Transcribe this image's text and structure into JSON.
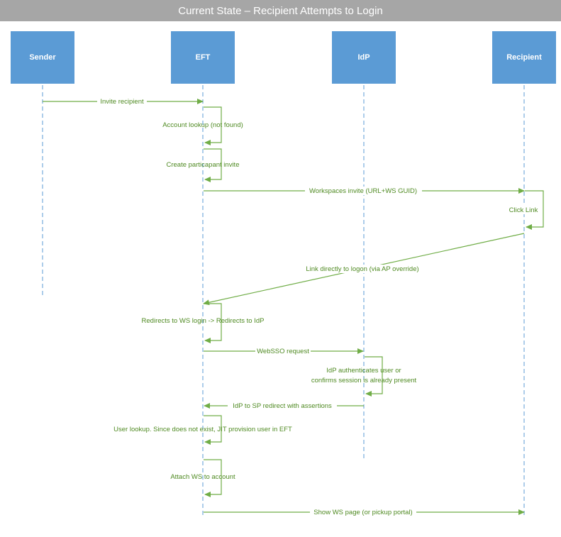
{
  "title": "Current State – Recipient Attempts to Login",
  "actors": [
    {
      "id": "sender",
      "label": "Sender"
    },
    {
      "id": "eft",
      "label": "EFT"
    },
    {
      "id": "idp",
      "label": "IdP"
    },
    {
      "id": "recipient",
      "label": "Recipient"
    }
  ],
  "colors": {
    "title_bar": "#a6a6a6",
    "actor_box": "#5b9bd5",
    "lifeline": "#5b9bd5",
    "message": "#70ad47",
    "message_text": "#4f8a22"
  },
  "messages": [
    {
      "name": "msg-invite-recipient",
      "from": "sender",
      "to": "eft",
      "label": "Invite recipient"
    },
    {
      "name": "msg-account-lookup",
      "from": "eft",
      "to": "eft",
      "label": "Account lookup (not found)"
    },
    {
      "name": "msg-create-participant-invite",
      "from": "eft",
      "to": "eft",
      "label": "Create particapant invite"
    },
    {
      "name": "msg-workspaces-invite",
      "from": "eft",
      "to": "recipient",
      "label": "Workspaces invite (URL+WS GUID)"
    },
    {
      "name": "msg-click-link",
      "from": "recipient",
      "to": "recipient",
      "label": "Click Link"
    },
    {
      "name": "msg-link-to-logon",
      "from": "recipient",
      "to": "eft",
      "label": "Link directly to logon (via AP override)"
    },
    {
      "name": "msg-redirects-to-ws-login",
      "from": "eft",
      "to": "eft",
      "label": "Redirects to WS login -> Redirects to IdP"
    },
    {
      "name": "msg-websso-request",
      "from": "eft",
      "to": "idp",
      "label": "WebSSO request"
    },
    {
      "name": "msg-idp-authenticates",
      "from": "idp",
      "to": "idp",
      "label": [
        "IdP authenticates user or",
        "confirms session is already present"
      ]
    },
    {
      "name": "msg-idp-to-sp-redirect",
      "from": "idp",
      "to": "eft",
      "label": "IdP to SP redirect with assertions"
    },
    {
      "name": "msg-user-lookup",
      "from": "eft",
      "to": "eft",
      "label": "User lookup. Since does not exist, JIT provision user in EFT"
    },
    {
      "name": "msg-attach-ws",
      "from": "eft",
      "to": "eft",
      "label": "Attach WS to account"
    },
    {
      "name": "msg-show-ws-page",
      "from": "eft",
      "to": "recipient",
      "label": "Show WS page (or pickup portal)"
    }
  ]
}
